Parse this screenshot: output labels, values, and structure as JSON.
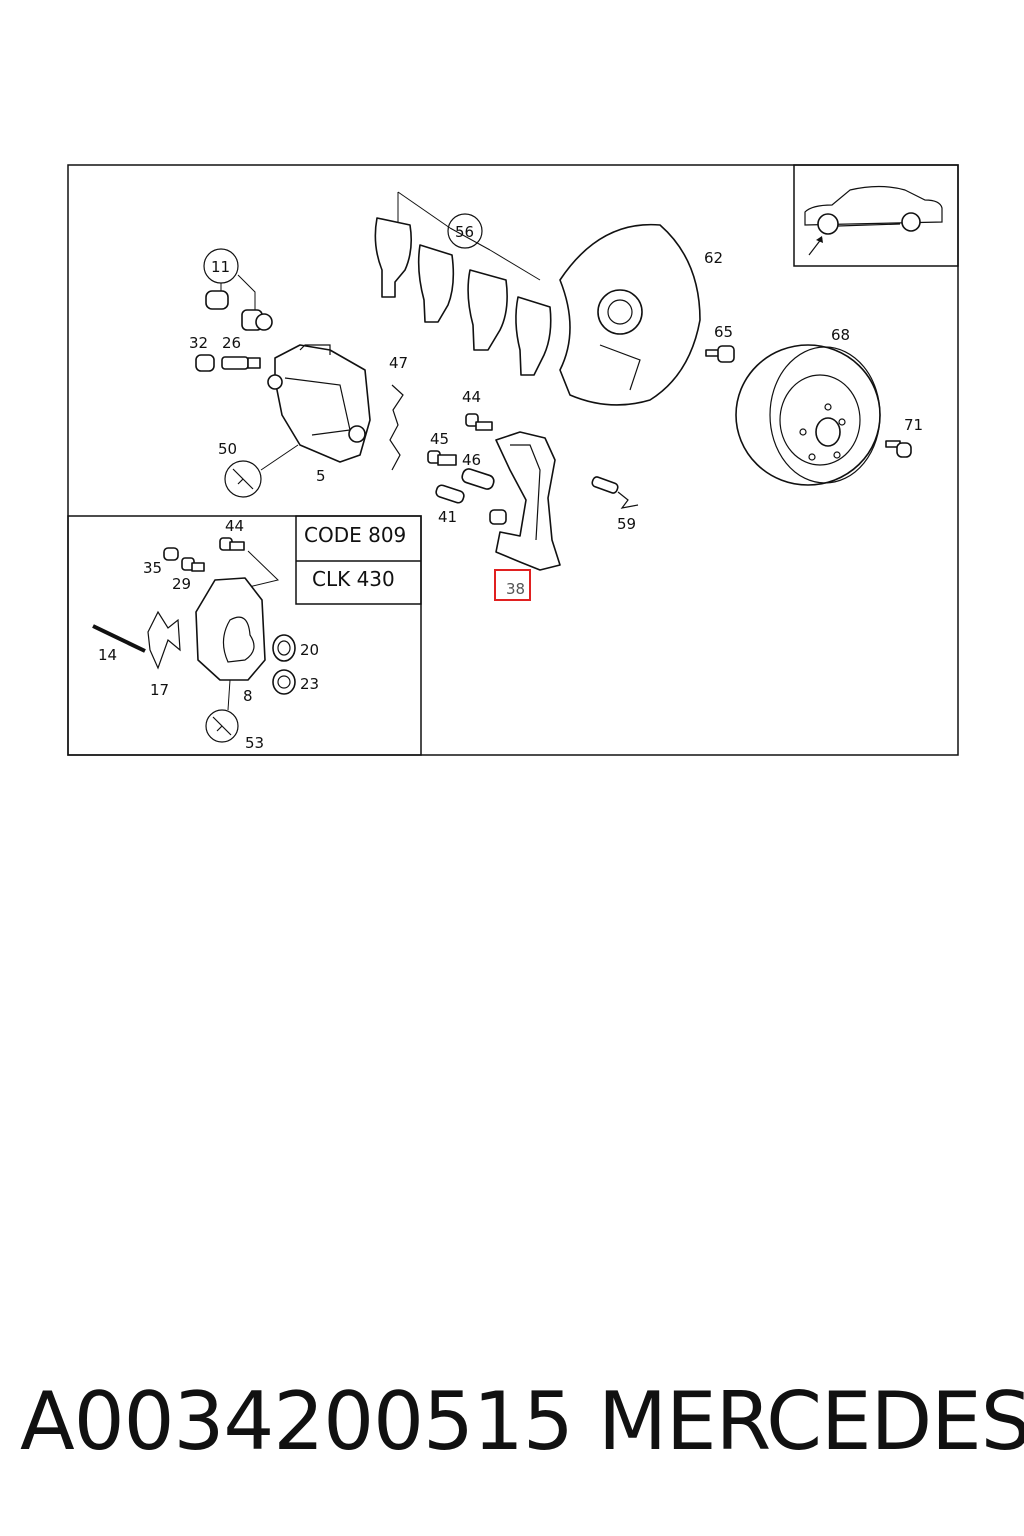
{
  "diagram": {
    "callouts": {
      "c11": "11",
      "c56": "56",
      "c62": "62",
      "c65": "65",
      "c68": "68",
      "c32": "32",
      "c26": "26",
      "c47": "47",
      "c44a": "44",
      "c45": "45",
      "c46": "46",
      "c71": "71",
      "c50": "50",
      "c5": "5",
      "c41": "41",
      "c59": "59",
      "c38": "38",
      "c44b": "44",
      "c35": "35",
      "c29": "29",
      "c14": "14",
      "c17": "17",
      "c20": "20",
      "c23": "23",
      "c8": "8",
      "c53": "53"
    },
    "variant_box": {
      "code": "CODE 809",
      "model": "CLK 430"
    },
    "highlighted_part": "38",
    "icons": [
      "car-location-icon",
      "wrench-icon"
    ],
    "highlight_color": "#e02020"
  },
  "caption": {
    "part_number": "A0034200515",
    "brand": "MERCEDES"
  }
}
